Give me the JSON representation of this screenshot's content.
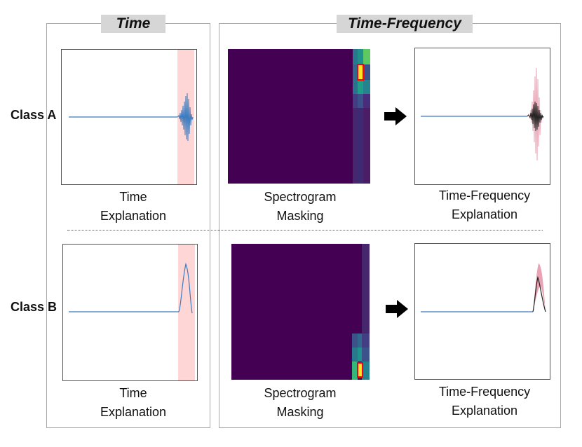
{
  "headers": {
    "time": "Time",
    "time_frequency": "Time-Frequency"
  },
  "rows": [
    {
      "class_label": "Class A",
      "time_caption_1": "Time",
      "time_caption_2": "Explanation",
      "mask_caption_1": "Spectrogram",
      "mask_caption_2": "Masking",
      "tf_caption_1": "Time-Frequency",
      "tf_caption_2": "Explanation"
    },
    {
      "class_label": "Class B",
      "time_caption_1": "Time",
      "time_caption_2": "Explanation",
      "mask_caption_1": "Spectrogram",
      "mask_caption_2": "Masking",
      "tf_caption_1": "Time-Frequency",
      "tf_caption_2": "Explanation"
    }
  ],
  "colors": {
    "signal": "#3c7bbf",
    "highlight": "#ffd6d6",
    "spectrogram_bg": "#440154",
    "mask_box": "#ff0000",
    "hot": "#fde725",
    "explanation_dark": "#222222",
    "explanation_pink": "#e9a3b4",
    "arrow": "#000000"
  },
  "icons": {
    "arrow": "right-arrow-icon"
  }
}
